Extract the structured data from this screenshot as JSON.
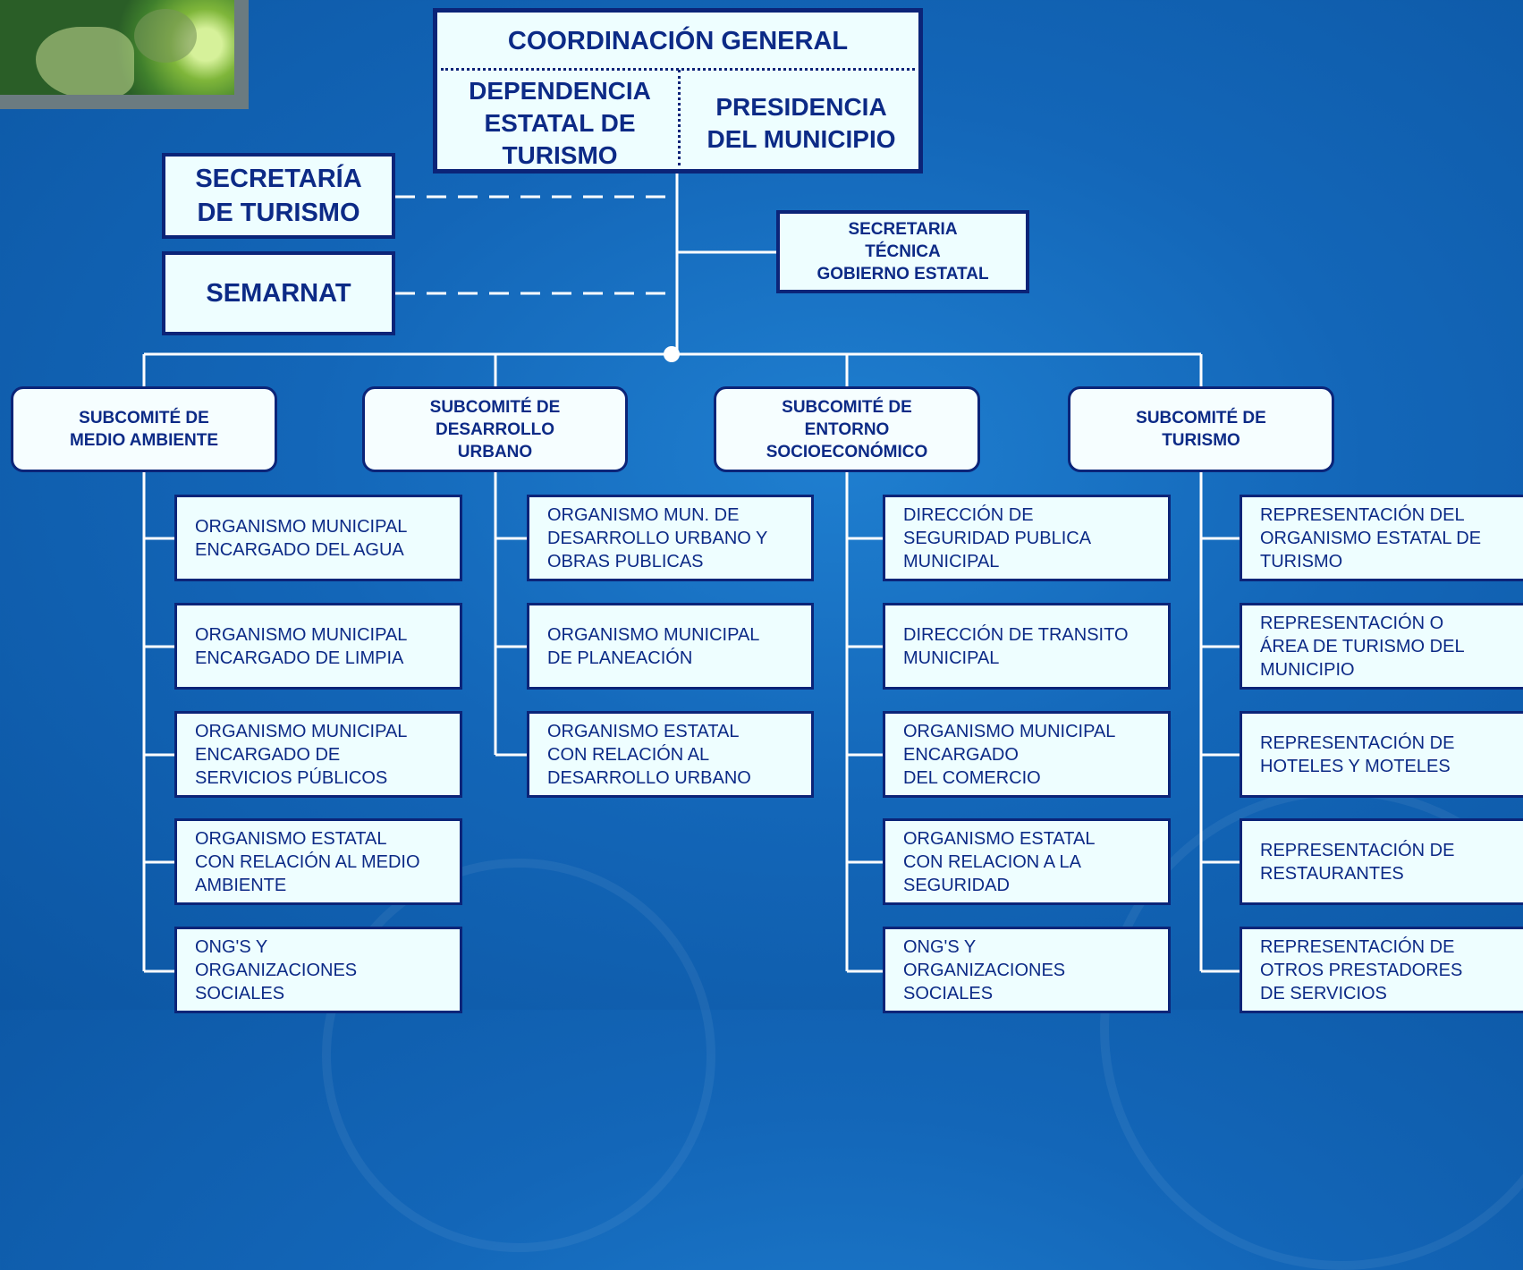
{
  "coordination": {
    "title": "COORDINACIÓN GENERAL",
    "left": "DEPENDENCIA\nESTATAL DE\nTURISMO",
    "right": "PRESIDENCIA\nDEL MUNICIPIO"
  },
  "external": [
    {
      "label": "SECRETARÍA\nDE TURISMO"
    },
    {
      "label": "SEMARNAT"
    }
  ],
  "technical": {
    "label": "SECRETARIA\nTÉCNICA\nGOBIERNO ESTATAL"
  },
  "subcommittees": [
    {
      "label": "SUBCOMITÉ DE\nMEDIO AMBIENTE",
      "items": [
        "ORGANISMO MUNICIPAL\nENCARGADO DEL AGUA",
        "ORGANISMO MUNICIPAL\nENCARGADO DE LIMPIA",
        "ORGANISMO MUNICIPAL\nENCARGADO DE\nSERVICIOS PÚBLICOS",
        "ORGANISMO ESTATAL\nCON RELACIÓN AL MEDIO\nAMBIENTE",
        "ONG'S Y\nORGANIZACIONES\nSOCIALES"
      ]
    },
    {
      "label": "SUBCOMITÉ DE\nDESARROLLO\nURBANO",
      "items": [
        "ORGANISMO MUN. DE\nDESARROLLO URBANO Y\nOBRAS PUBLICAS",
        "ORGANISMO MUNICIPAL\nDE PLANEACIÓN",
        "ORGANISMO ESTATAL\nCON RELACIÓN AL\nDESARROLLO URBANO"
      ]
    },
    {
      "label": "SUBCOMITÉ DE\nENTORNO\nSOCIOECONÓMICO",
      "items": [
        "DIRECCIÓN DE\nSEGURIDAD PUBLICA\nMUNICIPAL",
        "DIRECCIÓN DE TRANSITO\nMUNICIPAL",
        "ORGANISMO MUNICIPAL\nENCARGADO\nDEL COMERCIO",
        "ORGANISMO ESTATAL\nCON RELACION A LA\nSEGURIDAD",
        "ONG'S Y\nORGANIZACIONES\nSOCIALES"
      ]
    },
    {
      "label": "SUBCOMITÉ DE\nTURISMO",
      "items": [
        "REPRESENTACIÓN DEL\nORGANISMO ESTATAL DE\nTURISMO",
        "REPRESENTACIÓN O\nÁREA DE TURISMO DEL\nMUNICIPIO",
        "REPRESENTACIÓN  DE\nHOTELES Y MOTELES",
        "REPRESENTACIÓN DE\nRESTAURANTES",
        "REPRESENTACIÓN DE\nOTROS PRESTADORES\nDE SERVICIOS"
      ]
    }
  ]
}
